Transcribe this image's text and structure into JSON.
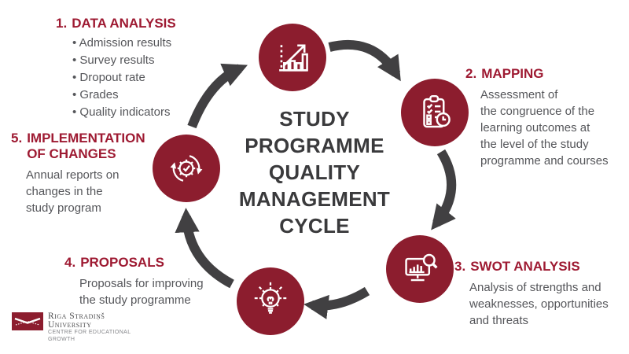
{
  "center_title": {
    "lines": [
      "STUDY",
      "PROGRAMME",
      "QUALITY",
      "MANAGEMENT",
      "CYCLE"
    ]
  },
  "stages": [
    {
      "number": "1.",
      "title": "DATA ANALYSIS",
      "icon": "bar-chart-growth-icon",
      "bullets": [
        "Admission results",
        "Survey results",
        "Dropout rate",
        "Grades",
        "Quality indicators"
      ]
    },
    {
      "number": "2.",
      "title": "MAPPING",
      "icon": "checklist-clock-icon",
      "description": "Assessment of\nthe congruence of the\nlearning outcomes at\nthe level of the study\nprogramme and courses"
    },
    {
      "number": "3.",
      "title": "SWOT ANALYSIS",
      "icon": "monitor-chart-magnifier-icon",
      "description": "Analysis of strengths and\nweaknesses, opportunities\nand threats"
    },
    {
      "number": "4.",
      "title": "PROPOSALS",
      "icon": "lightbulb-gear-icon",
      "description": "Proposals for improving\nthe study programme"
    },
    {
      "number": "5.",
      "title": "IMPLEMENTATION\nOF CHANGES",
      "icon": "gear-cycle-check-icon",
      "description": "Annual reports on\nchanges in the\nstudy program"
    }
  ],
  "logo": {
    "university_line1": "Riga Stradiņš",
    "university_line2": "University",
    "subtitle_line1": "CENTRE FOR EDUCATIONAL",
    "subtitle_line2": "GROWTH"
  },
  "colors": {
    "brand_red": "#8C1D2E",
    "heading_red": "#9E1A32",
    "arrow_gray": "#414042",
    "body_gray": "#55565A",
    "title_dark": "#3A3A3C"
  }
}
